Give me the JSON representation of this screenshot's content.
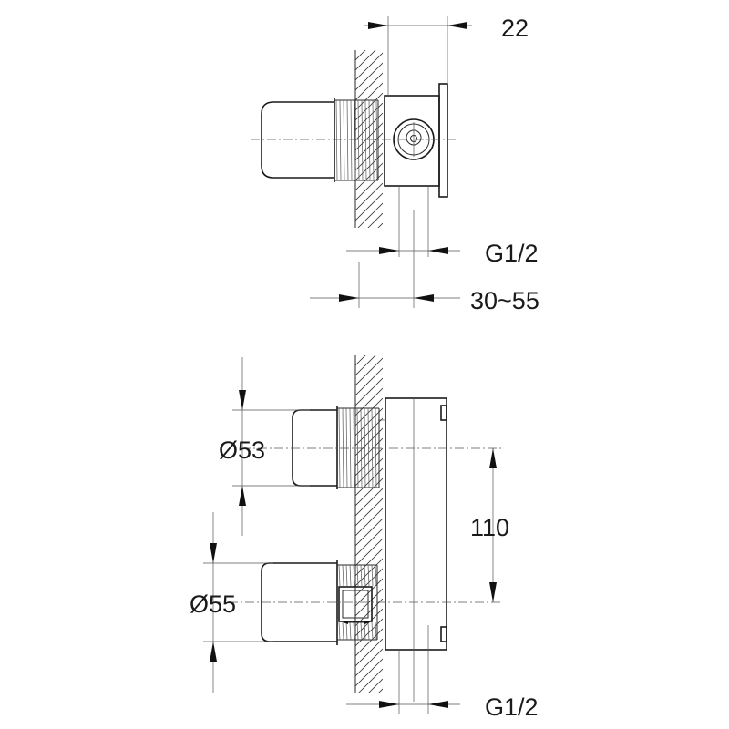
{
  "diagram": {
    "top_view": {
      "dim_depth": "22",
      "dim_thread": "G1/2",
      "dim_range": "30~55"
    },
    "front_view": {
      "dim_upper_diameter": "Ø53",
      "dim_spacing": "110",
      "dim_lower_diameter": "Ø55",
      "dim_thread": "G1/2"
    }
  }
}
